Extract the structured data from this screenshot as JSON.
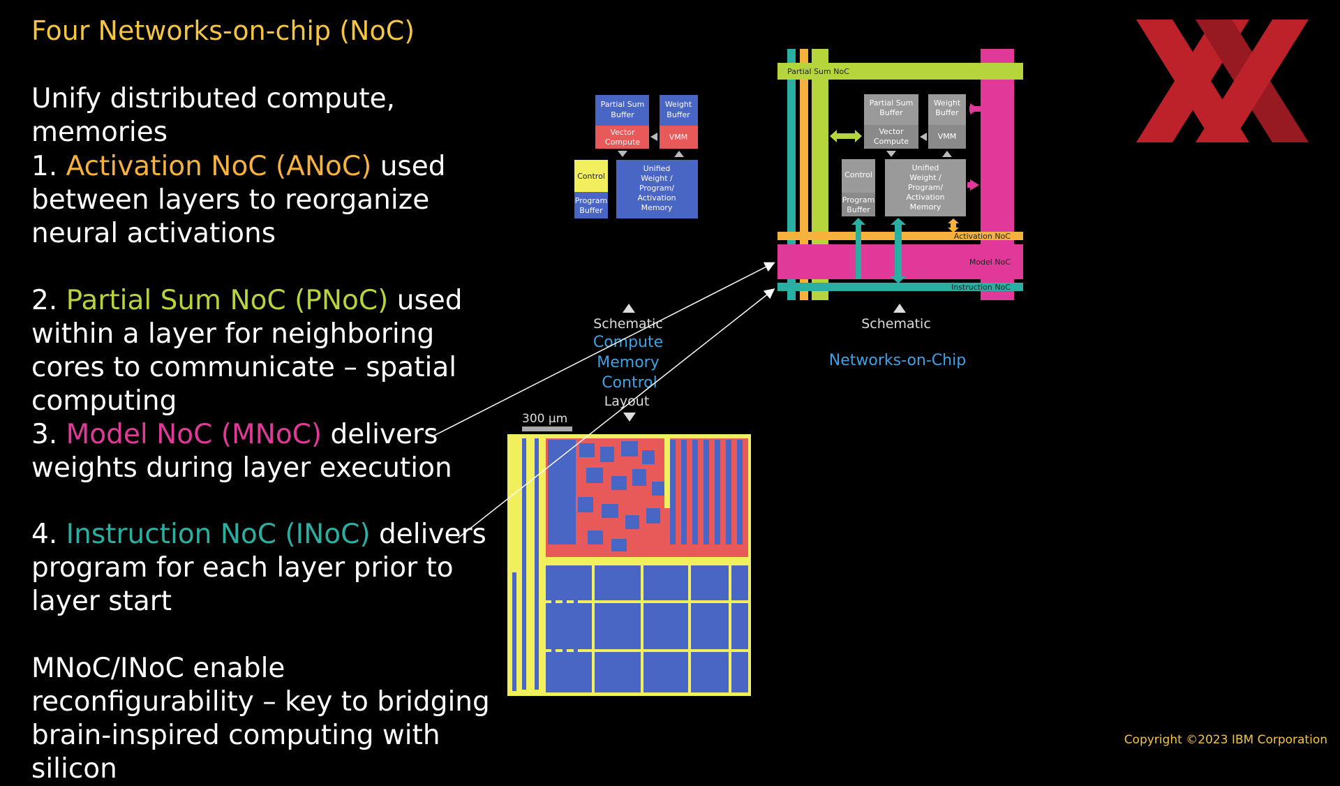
{
  "slide": {
    "title": "Four Networks-on-chip (NoC)",
    "subtitle": "Unify distributed compute, memories",
    "points": [
      {
        "num": "1.",
        "highlight": "Activation NoC (ANoC)",
        "rest": " used between layers to reorganize neural activations"
      },
      {
        "num": "2.",
        "highlight": "Partial Sum NoC (PNoC)",
        "rest": " used within a layer for neighboring cores to communicate – spatial computing"
      },
      {
        "num": "3.",
        "highlight": "Model NoC (MNoC)",
        "rest": " delivers weights during layer execution"
      },
      {
        "num": "4.",
        "highlight": "Instruction NoC (INoC)",
        "rest": " delivers program for each layer prior to layer start"
      }
    ],
    "closing": "MNoC/INoC enable reconfigurability – key to bridging brain-inspired computing with silicon",
    "copyright": "Copyright ©2023 IBM Corporation"
  },
  "core_schematic": {
    "partial_sum_buffer": "Partial Sum Buffer",
    "weight_buffer": "Weight Buffer",
    "vector_compute": "Vector Compute",
    "vmm": "VMM",
    "control": "Control",
    "program_buffer": "Program Buffer",
    "unified_memory": "Unified Weight / Program/ Activation Memory"
  },
  "noc_schematic": {
    "partial_sum_noc": "Partial Sum NoC",
    "activation_noc": "Activation NoC",
    "model_noc": "Model NoC",
    "instruction_noc": "Instruction NoC",
    "caption": "Schematic",
    "subcaption": "Networks-on-Chip"
  },
  "center_labels": {
    "schematic": "Schematic",
    "compute": "Compute",
    "memory": "Memory",
    "control": "Control",
    "layout": "Layout",
    "scale": "300 µm"
  },
  "colors": {
    "title": "#f5c542",
    "anoc": "#f6b23c",
    "pnoc": "#b6d43b",
    "mnoc": "#e0399a",
    "inoc": "#29b0a3",
    "compute_blue": "#4a66c4",
    "memory_red": "#e85a5a",
    "control_yellow": "#f2ef5e",
    "caption_blue": "#3ba3e6",
    "logo_red": "#c8232c"
  }
}
